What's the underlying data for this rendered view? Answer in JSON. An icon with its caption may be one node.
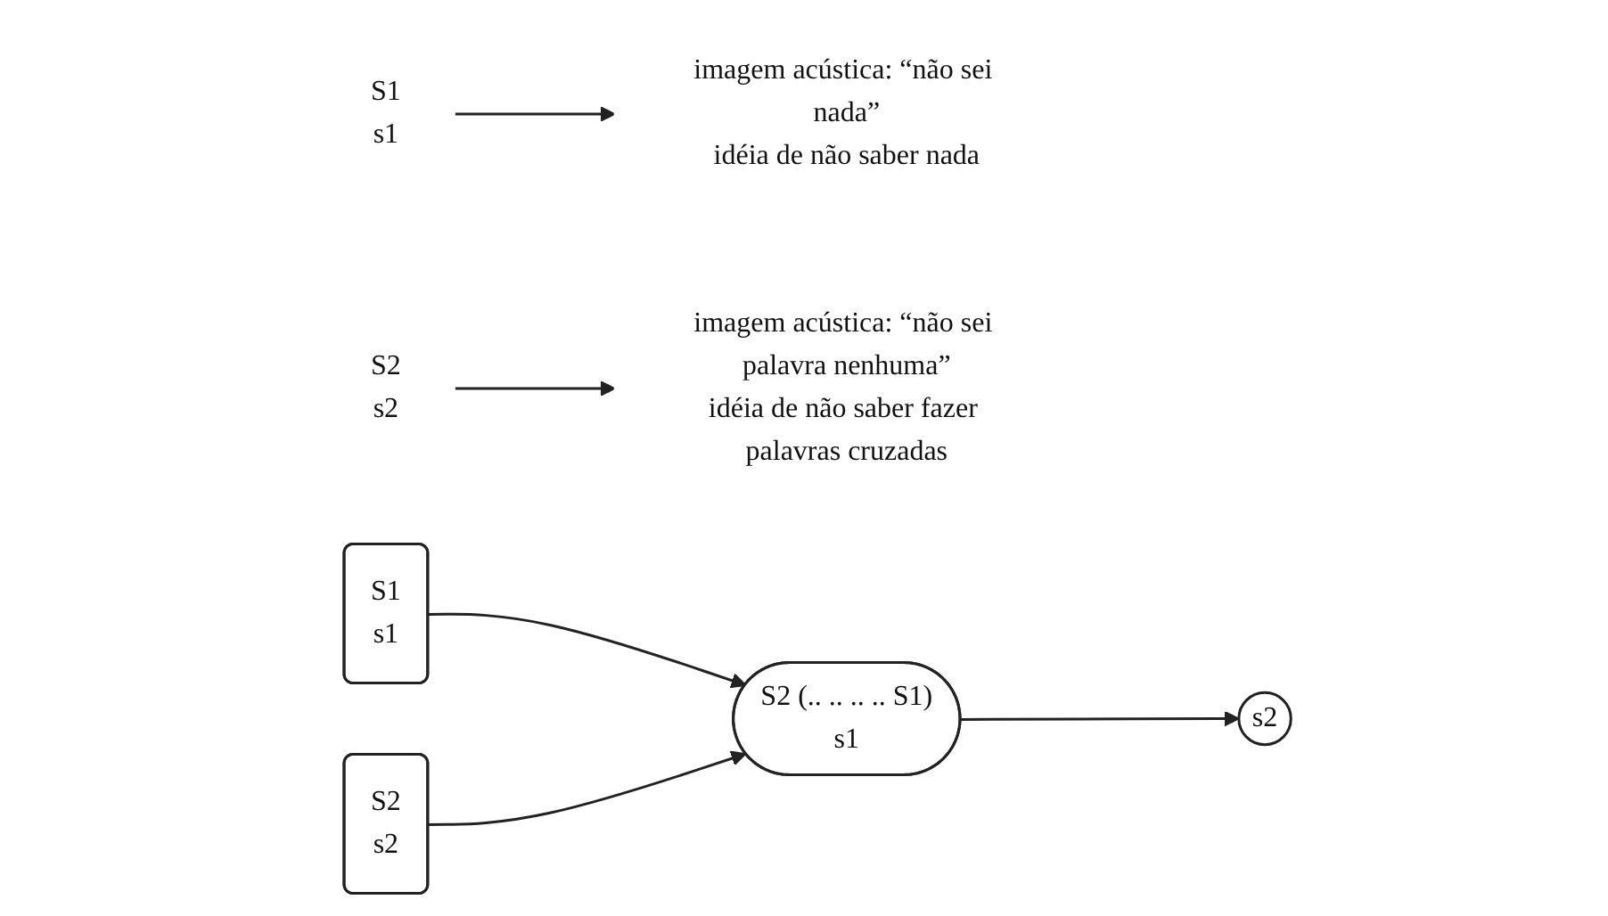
{
  "diagram": {
    "nodes": [
      {
        "text": [
          "S1",
          "s1"
        ]
      },
      {
        "text": [
          "imagem acústica: “não sei nada”",
          "idéia de não saber nada"
        ]
      },
      {
        "text": [
          "S2",
          "s2"
        ]
      },
      {
        "text": [
          "imagem acústica: “não sei palavra nenhuma”",
          "idéia de não saber fazer palavras cruzadas"
        ]
      },
      {
        "text": [
          "S1",
          "s1"
        ]
      },
      {
        "text": [
          "S2",
          "s2"
        ]
      },
      {
        "text": [
          "S2 (.. .. .. .. S1)",
          "s1"
        ]
      },
      {
        "text": [
          "s2"
        ]
      }
    ],
    "edges": [
      {
        "from": 0,
        "to": 1,
        "arrow": "to"
      },
      {
        "from": 2,
        "to": 3,
        "arrow": "to"
      },
      {
        "from": 4,
        "to": 6,
        "arrow": "to"
      },
      {
        "from": 5,
        "to": 6,
        "arrow": "to"
      },
      {
        "from": 6,
        "to": 7,
        "arrow": "to"
      }
    ]
  }
}
